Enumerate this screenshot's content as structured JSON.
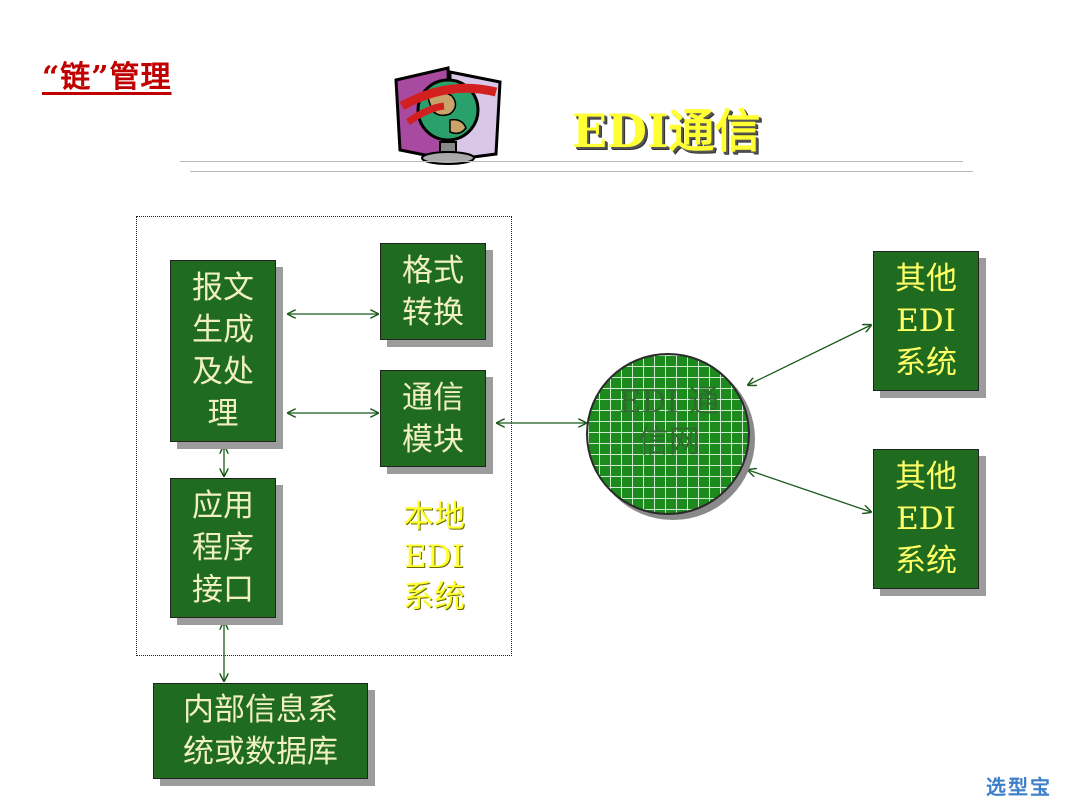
{
  "header": {
    "section_title": "“链”管理",
    "title": "EDI通信"
  },
  "diagram": {
    "local_system_label": "本地\nEDI\n系统",
    "boxes": {
      "report_processing": "报文\n生成\n及处\n理",
      "format_conversion": "格式\n转换",
      "comm_module": "通信\n模块",
      "app_interface": "应用\n程序\n接口",
      "internal_system": "内部信息系\n统或数据库",
      "other_edi_1": "其他\nEDI\n系统",
      "other_edi_2": "其他\nEDI\n系统"
    },
    "network_label": "EDI 通\n信网"
  },
  "watermark": "选型宝",
  "colors": {
    "box_green": "#1f6b1f",
    "title_yellow": "#ffff33",
    "section_red": "#c00000"
  }
}
